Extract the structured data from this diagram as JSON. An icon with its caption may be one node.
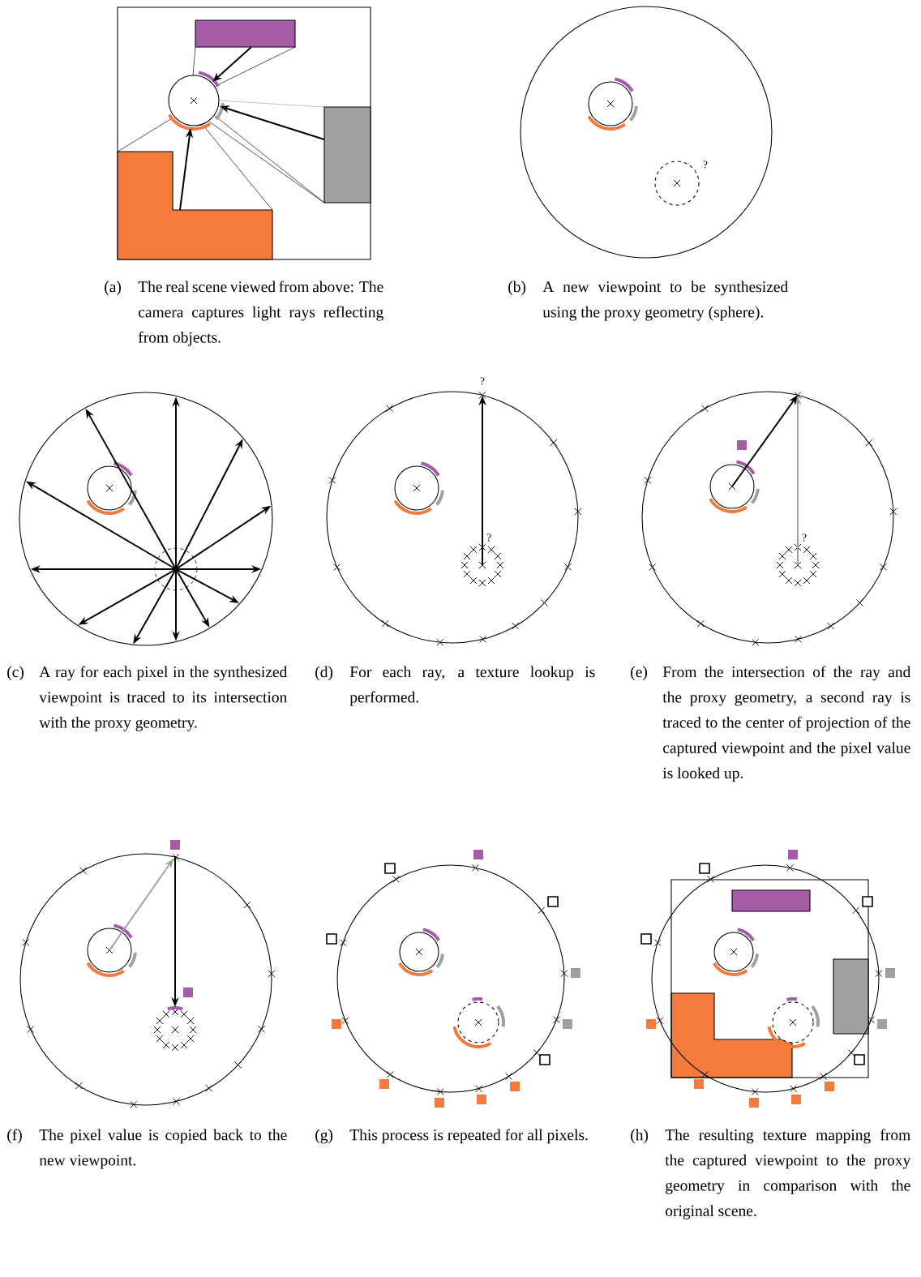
{
  "diagram": {
    "labels": [
      "?",
      "(a)",
      "The real scene viewed from above: The camera captures light rays reflecting from objects.",
      "(b)",
      "A new viewpoint to be synthesized using the proxy geometry (sphere).",
      "?",
      "?",
      "?",
      "(c)",
      "A ray for each pixel in the synthesized viewpoint is traced to its intersection with the proxy geometry.",
      "(d)",
      "For each ray, a texture lookup is performed.",
      "(e)",
      "From the intersection of the ray and the proxy geometry, a second ray is traced to the center of projection of the captured viewpoint and the pixel value is looked up.",
      "(f)",
      "The pixel value is copied back to the new viewpoint.",
      "(g)",
      "This process is repeated for all pixels.",
      "(h)",
      "The resulting texture mapping from the captured viewpoint to the proxy geometry in comparison with the original scene."
    ]
  }
}
